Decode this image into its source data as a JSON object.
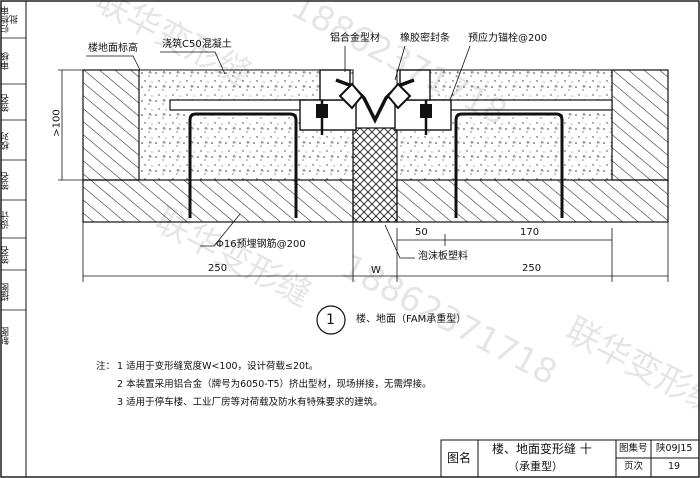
{
  "side_panel": {
    "cells": [
      "归档审批",
      "审核",
      "校对",
      "设计",
      "描图",
      "制图",
      "签名",
      "签名",
      "签名"
    ]
  },
  "labels": {
    "floor_mark": "楼地面标高",
    "concrete": "浇筑C50混凝土",
    "alu_profile": "铝合金型材",
    "rubber_strip": "橡胶密封条",
    "anchor_bolt": "预应力锚栓@200",
    "rebar": "Φ16预埋钢筋@200",
    "foam_board": "泡沫板塑料",
    "dim_gt100": ">100",
    "dim_50": "50",
    "dim_170": "170",
    "dim_250_left": "250",
    "dim_w": "W",
    "dim_250_right": "250"
  },
  "detail": {
    "number": "1",
    "caption": "楼、地面（FAM承重型）"
  },
  "notes": {
    "prefix": "注：",
    "items": [
      "1 适用于变形缝宽度W<100，设计荷载≤20t。",
      "2 本装置采用铝合金（牌号为6050-T5）挤出型材，现场拼接，无需焊接。",
      "3 适用于停车楼、工业厂房等对荷载及防水有特殊要求的建筑。"
    ]
  },
  "title_block": {
    "name_label": "图名",
    "title": "楼、地面变形缝 十",
    "subtitle": "（承重型）",
    "atlas_label": "图集号",
    "atlas_value": "陕09J15",
    "page_label": "页次",
    "page_value": "19"
  },
  "watermark": {
    "texts": [
      "联华变形缝",
      "18862371718",
      "联华变形缝",
      "18862371718",
      "联华变形缝"
    ]
  }
}
